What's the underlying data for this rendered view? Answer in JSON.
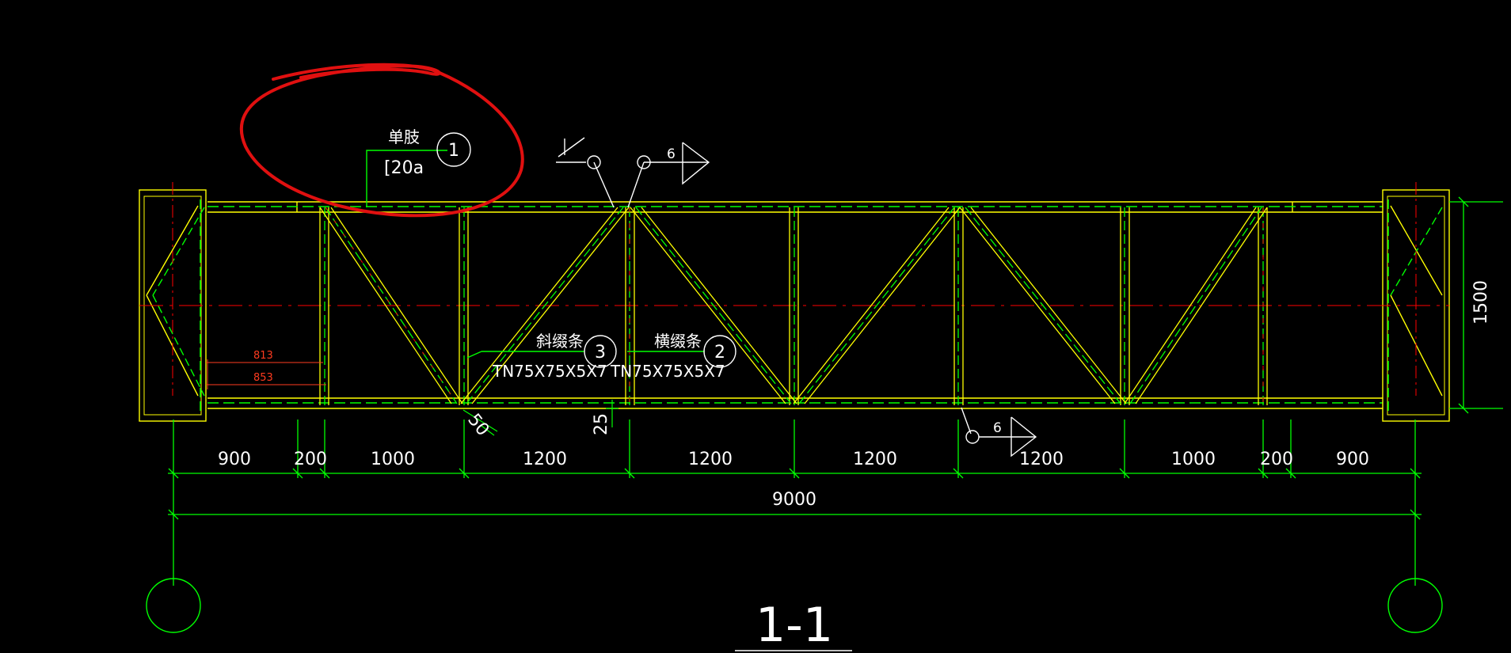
{
  "callouts": {
    "chord": {
      "name": "单肢",
      "spec": "[20a",
      "mark": "1"
    },
    "diagonal": {
      "name": "斜缀条",
      "spec": "TN75X75X5X7",
      "mark": "3"
    },
    "horizontal": {
      "name": "横缀条",
      "spec": "TN75X75X5X7",
      "mark": "2"
    }
  },
  "welds": {
    "top_size": "6",
    "bottom_size": "6"
  },
  "small_dims": {
    "upper": "813",
    "lower": "853"
  },
  "edge_dims": {
    "a": "50",
    "b": "25"
  },
  "height_dim": "1500",
  "bay_dims": [
    "900",
    "200",
    "1000",
    "1200",
    "1200",
    "1200",
    "1200",
    "1000",
    "200",
    "900"
  ],
  "total_dim": "9000",
  "section_label": "1-1",
  "colors": {
    "background": "#000000",
    "chord": "#ffff00",
    "dimension": "#00ff00",
    "centerline": "#ff0000",
    "annotation_circle": "#e01010",
    "text": "#ffffff"
  }
}
